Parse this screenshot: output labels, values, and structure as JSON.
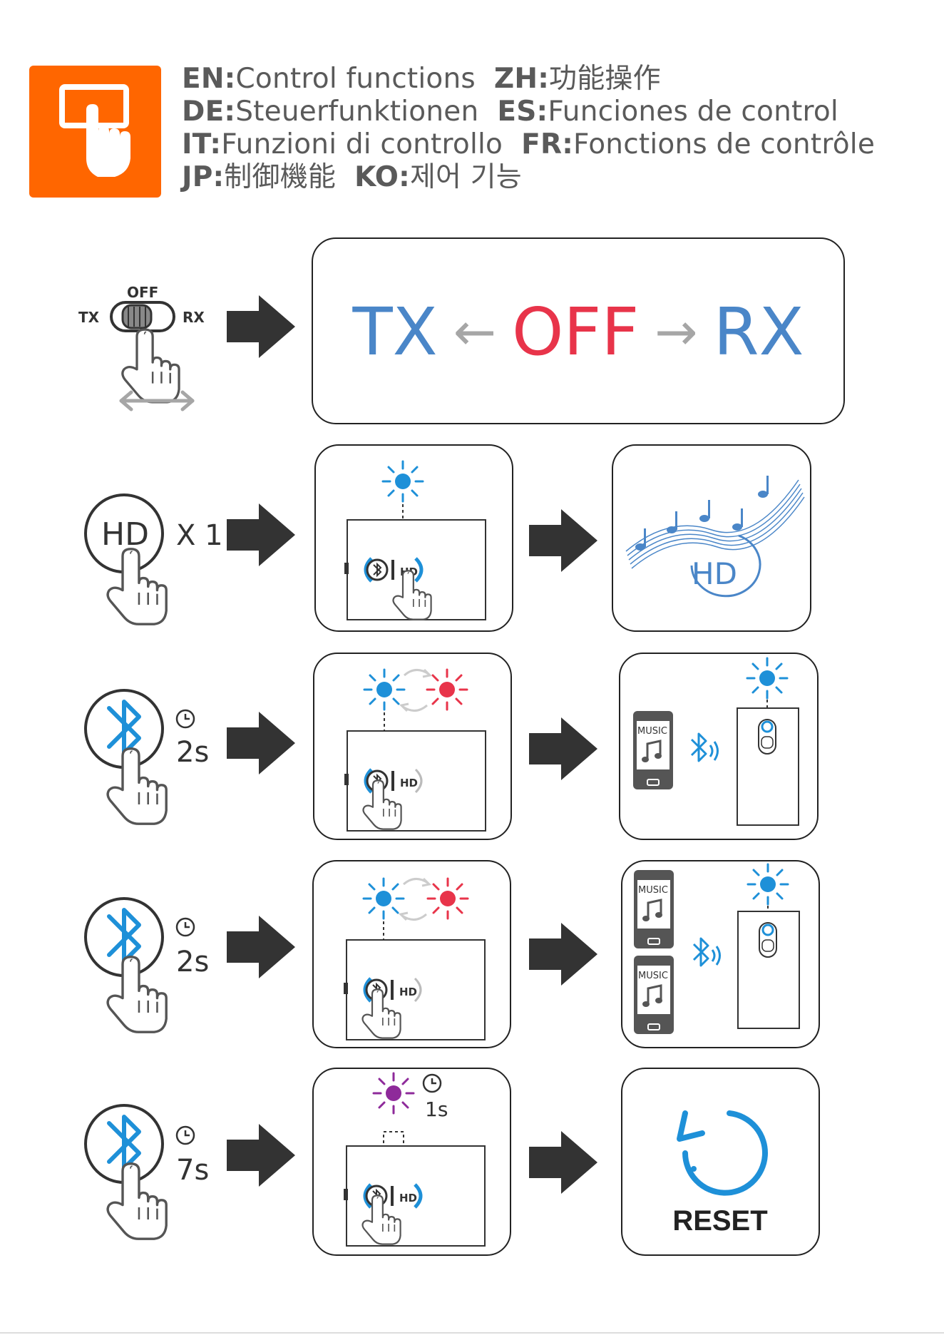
{
  "header": {
    "lines": [
      [
        {
          "code": "EN:",
          "text": "Control functions"
        },
        {
          "code": "ZH:",
          "text": "功能操作"
        }
      ],
      [
        {
          "code": "DE:",
          "text": "Steuerfunktionen"
        },
        {
          "code": "ES:",
          "text": "Funciones de control"
        }
      ],
      [
        {
          "code": "IT:",
          "text": "Funzioni di controllo"
        },
        {
          "code": "FR:",
          "text": "Fonctions de contrôle"
        }
      ],
      [
        {
          "code": "JP:",
          "text": "制御機能"
        },
        {
          "code": "KO:",
          "text": "제어 기능"
        }
      ]
    ],
    "badge_color": "#ff6600",
    "badge_icon": "touchscreen-hand-icon"
  },
  "switch": {
    "tx_label": "TX",
    "off_label": "OFF",
    "rx_label": "RX",
    "flow": {
      "tx": "TX",
      "off": "OFF",
      "rx": "RX"
    }
  },
  "hd_button": {
    "label": "HD",
    "times": "X 1",
    "device_hd_label": "HD",
    "result_hd_label": "HD"
  },
  "bt_rows": [
    {
      "hold": "2s",
      "device_hd_label": "HD"
    },
    {
      "hold": "2s",
      "device_hd_label": "HD"
    },
    {
      "hold": "7s",
      "device_hd_label": "HD",
      "blink": "1s"
    }
  ],
  "phones": {
    "music_label": "MUSIC"
  },
  "reset": {
    "label": "RESET"
  },
  "colors": {
    "blue": "#4a86c8",
    "red": "#e8344a",
    "light_blue": "#1e90d8",
    "purple": "#8e2a9a",
    "orange": "#ff6600",
    "dark": "#333333",
    "gray": "#a6a6a6"
  }
}
